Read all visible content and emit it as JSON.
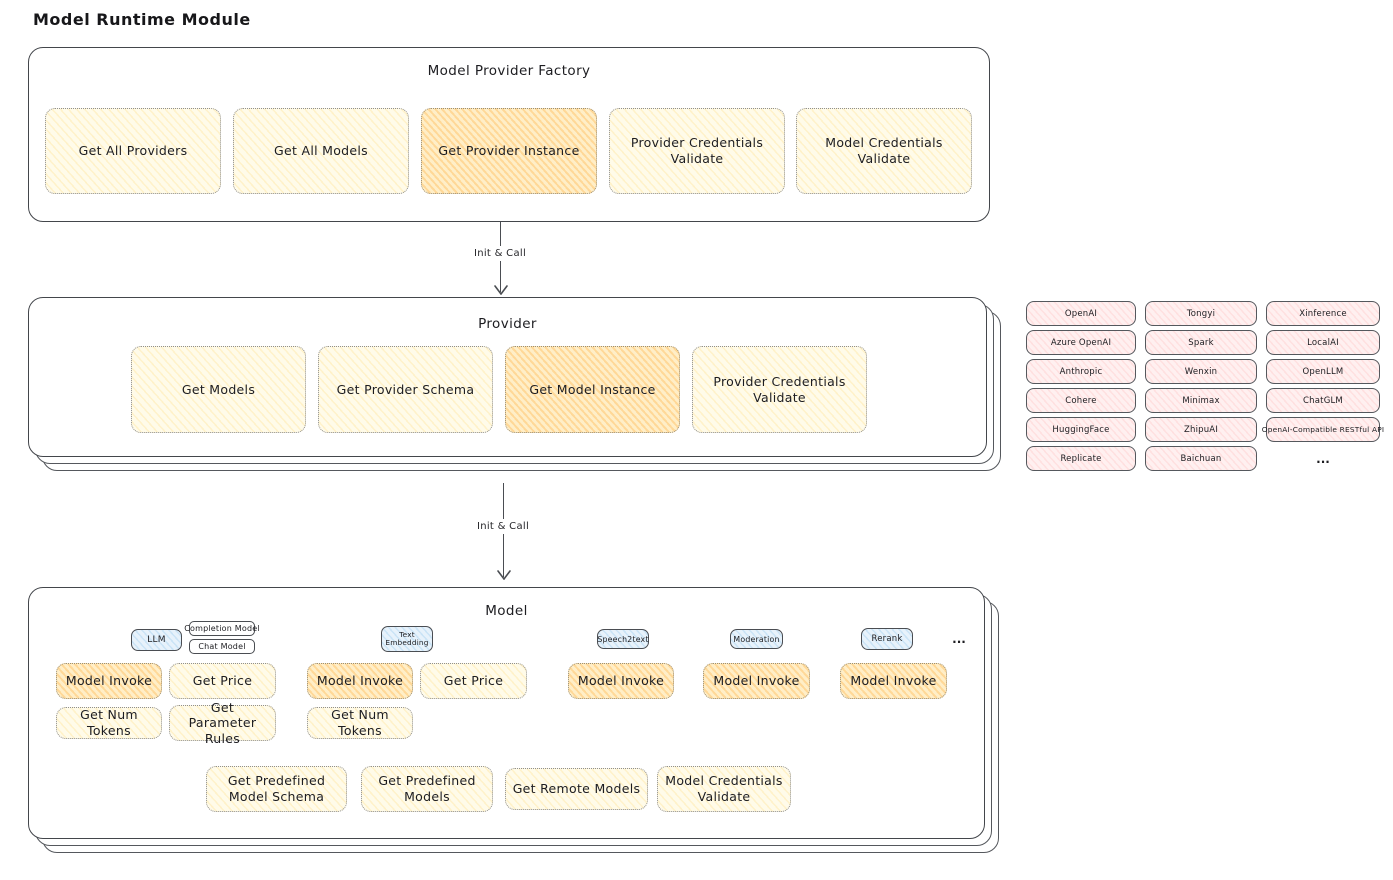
{
  "page_title": "Model Runtime Module",
  "arrows": [
    {
      "label": "Init & Call"
    },
    {
      "label": "Init & Call"
    }
  ],
  "factory": {
    "title": "Model Provider Factory",
    "buttons": [
      {
        "label": "Get All Providers",
        "highlight": false
      },
      {
        "label": "Get All Models",
        "highlight": false
      },
      {
        "label": "Get Provider Instance",
        "highlight": true
      },
      {
        "label": "Provider Credentials Validate",
        "highlight": false
      },
      {
        "label": "Model Credentials Validate",
        "highlight": false
      }
    ]
  },
  "provider": {
    "title": "Provider",
    "buttons": [
      {
        "label": "Get Models",
        "highlight": false
      },
      {
        "label": "Get Provider Schema",
        "highlight": false
      },
      {
        "label": "Get Model Instance",
        "highlight": true
      },
      {
        "label": "Provider Credentials Validate",
        "highlight": false
      }
    ]
  },
  "model": {
    "title": "Model",
    "type_chips": {
      "llm": "LLM",
      "completion_model": "Completion Model",
      "chat_model": "Chat Model",
      "text_embedding": "Text Embedding",
      "speech2text": "Speech2text",
      "moderation": "Moderation",
      "rerank": "Rerank",
      "ellipsis": "..."
    },
    "buttons": {
      "model_invoke": "Model Invoke",
      "get_price": "Get Price",
      "get_num_tokens": "Get Num Tokens",
      "get_parameter_rules": "Get Parameter Rules"
    },
    "bottom_buttons": [
      "Get Predefined Model Schema",
      "Get Predefined Models",
      "Get Remote Models",
      "Model Credentials Validate"
    ]
  },
  "providers_list": {
    "rows": [
      [
        "OpenAI",
        "Tongyi",
        "Xinference"
      ],
      [
        "Azure OpenAI",
        "Spark",
        "LocalAI"
      ],
      [
        "Anthropic",
        "Wenxin",
        "OpenLLM"
      ],
      [
        "Cohere",
        "Minimax",
        "ChatGLM"
      ],
      [
        "HuggingFace",
        "ZhipuAI",
        "OpenAI-Compatible RESTful API"
      ],
      [
        "Replicate",
        "Baichuan",
        "..."
      ]
    ]
  },
  "colors": {
    "box_border": "#43464b",
    "yellow_fill": "#fffbea",
    "yellow_stripe": "#ffe9a8",
    "orange_fill": "#ffefc9",
    "orange_stripe": "#ffd38a",
    "pink_fill": "#fff0f0",
    "pink_stripe": "#ffc9c9",
    "blue_fill": "#e7f2fb",
    "blue_stripe": "#aed5f0",
    "text": "#1d1d21"
  }
}
